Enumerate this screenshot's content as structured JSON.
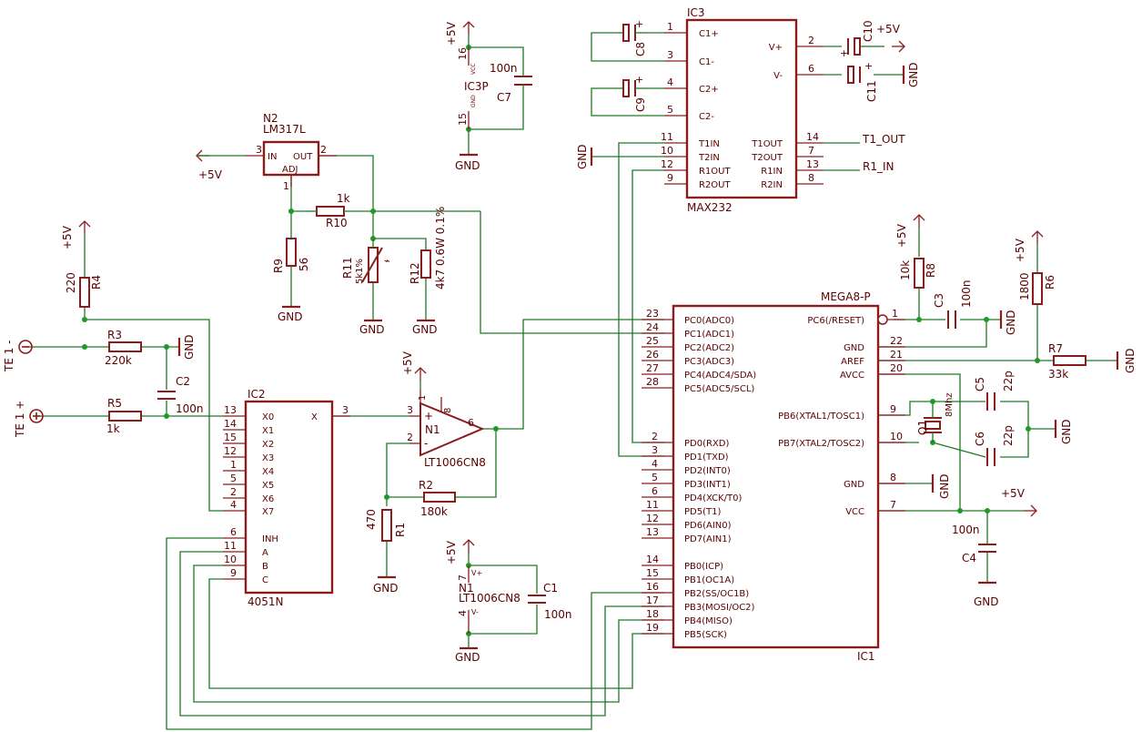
{
  "parts": {
    "ic3": {
      "name": "IC3",
      "value": "MAX232",
      "pins_left": [
        {
          "num": "1",
          "label": "C1+"
        },
        {
          "num": "3",
          "label": "C1-"
        },
        {
          "num": "4",
          "label": "C2+"
        },
        {
          "num": "5",
          "label": "C2-"
        },
        {
          "num": "11",
          "label": "T1IN"
        },
        {
          "num": "10",
          "label": "T2IN"
        },
        {
          "num": "12",
          "label": "R1OUT"
        },
        {
          "num": "9",
          "label": "R2OUT"
        }
      ],
      "pins_right": [
        {
          "num": "2",
          "label": "V+"
        },
        {
          "num": "6",
          "label": "V-"
        },
        {
          "num": "14",
          "label": "T1OUT"
        },
        {
          "num": "7",
          "label": "T2OUT"
        },
        {
          "num": "13",
          "label": "R1IN"
        },
        {
          "num": "8",
          "label": "R2IN"
        }
      ]
    },
    "ic1": {
      "name": "IC1",
      "value": "MEGA8-P",
      "pins_left": [
        {
          "num": "23",
          "label": "PC0(ADC0)"
        },
        {
          "num": "24",
          "label": "PC1(ADC1)"
        },
        {
          "num": "25",
          "label": "PC2(ADC2)"
        },
        {
          "num": "26",
          "label": "PC3(ADC3)"
        },
        {
          "num": "27",
          "label": "PC4(ADC4/SDA)"
        },
        {
          "num": "28",
          "label": "PC5(ADC5/SCL)"
        },
        {
          "num": "2",
          "label": "PD0(RXD)"
        },
        {
          "num": "3",
          "label": "PD1(TXD)"
        },
        {
          "num": "4",
          "label": "PD2(INT0)"
        },
        {
          "num": "5",
          "label": "PD3(INT1)"
        },
        {
          "num": "6",
          "label": "PD4(XCK/T0)"
        },
        {
          "num": "11",
          "label": "PD5(T1)"
        },
        {
          "num": "12",
          "label": "PD6(AIN0)"
        },
        {
          "num": "13",
          "label": "PD7(AIN1)"
        },
        {
          "num": "14",
          "label": "PB0(ICP)"
        },
        {
          "num": "15",
          "label": "PB1(OC1A)"
        },
        {
          "num": "16",
          "label": "PB2(SS/OC1B)"
        },
        {
          "num": "17",
          "label": "PB3(MOSI/OC2)"
        },
        {
          "num": "18",
          "label": "PB4(MISO)"
        },
        {
          "num": "19",
          "label": "PB5(SCK)"
        }
      ],
      "pins_right": [
        {
          "num": "1",
          "label": "PC6(/RESET)"
        },
        {
          "num": "22",
          "label": "GND"
        },
        {
          "num": "21",
          "label": "AREF"
        },
        {
          "num": "20",
          "label": "AVCC"
        },
        {
          "num": "9",
          "label": "PB6(XTAL1/TOSC1)"
        },
        {
          "num": "10",
          "label": "PB7(XTAL2/TOSC2)"
        },
        {
          "num": "8",
          "label": "GND"
        },
        {
          "num": "7",
          "label": "VCC"
        }
      ]
    },
    "ic2": {
      "name": "IC2",
      "value": "4051N",
      "out_label": "X",
      "out_num": "3",
      "pins_left": [
        {
          "num": "13",
          "label": "X0"
        },
        {
          "num": "14",
          "label": "X1"
        },
        {
          "num": "15",
          "label": "X2"
        },
        {
          "num": "12",
          "label": "X3"
        },
        {
          "num": "1",
          "label": "X4"
        },
        {
          "num": "5",
          "label": "X5"
        },
        {
          "num": "2",
          "label": "X6"
        },
        {
          "num": "4",
          "label": "X7"
        },
        {
          "num": "6",
          "label": "INH"
        },
        {
          "num": "11",
          "label": "A"
        },
        {
          "num": "10",
          "label": "B"
        },
        {
          "num": "9",
          "label": "C"
        }
      ]
    },
    "n2": {
      "name": "N2",
      "value": "LM317L",
      "in": "IN",
      "out": "OUT",
      "adj": "ADJ",
      "pin_in": "3",
      "pin_out": "2",
      "pin_adj": "1"
    },
    "n1": {
      "name": "N1",
      "value": "LT1006CN8",
      "pin_plus": "3",
      "pin_minus": "2",
      "pin_out": "6",
      "pin_top1": "1",
      "pin_top8": "8"
    },
    "n1p": {
      "name": "N1",
      "value": "LT1006CN8",
      "vp": "V+",
      "vm": "V-",
      "pin7": "7",
      "pin4": "4"
    },
    "ic3p": {
      "name": "IC3P",
      "vcc": "VCC",
      "gnd": "GND",
      "pin16": "16",
      "pin15": "15"
    },
    "c1": {
      "name": "C1",
      "value": "100n"
    },
    "c2": {
      "name": "C2",
      "value": "100n"
    },
    "c3": {
      "name": "C3",
      "value": "100n"
    },
    "c4": {
      "name": "C4",
      "value": "100n"
    },
    "c5": {
      "name": "C5",
      "value": "22p"
    },
    "c6": {
      "name": "C6",
      "value": "22p"
    },
    "c7": {
      "name": "C7",
      "value": "100n"
    },
    "c8": {
      "name": "C8"
    },
    "c9": {
      "name": "C9"
    },
    "c10": {
      "name": "C10"
    },
    "c11": {
      "name": "C11"
    },
    "r1": {
      "name": "R1",
      "value": "470"
    },
    "r2": {
      "name": "R2",
      "value": "180k"
    },
    "r3": {
      "name": "R3",
      "value": "220k"
    },
    "r4": {
      "name": "R4",
      "value": "220"
    },
    "r5": {
      "name": "R5",
      "value": "1k"
    },
    "r6": {
      "name": "R6",
      "value": "1800"
    },
    "r7": {
      "name": "R7",
      "value": "33k"
    },
    "r8": {
      "name": "R8",
      "value": "10k"
    },
    "r9": {
      "name": "R9",
      "value": "56"
    },
    "r10": {
      "name": "R10",
      "value": "1k"
    },
    "r11": {
      "name": "R11",
      "value": "5k1%"
    },
    "r12": {
      "name": "R12",
      "value": "4k7 0.6W 0.1%"
    },
    "q1": {
      "name": "Q1",
      "value": "8Mhz"
    }
  },
  "nets": {
    "vcc": "+5V",
    "gnd": "GND",
    "t1_out": "T1_OUT",
    "r1_in": "R1_IN",
    "te_minus": "TE 1 -",
    "te_plus": "TE 1 +"
  },
  "colors": {
    "part": "#8b1c1c",
    "wire": "#1f7a24",
    "junction": "#1f9a2a",
    "text": "#5a0000"
  }
}
